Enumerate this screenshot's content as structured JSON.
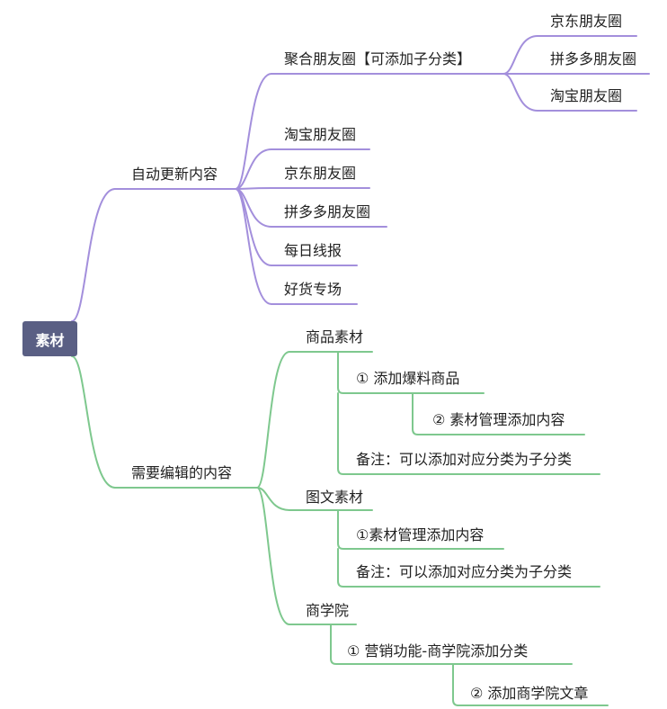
{
  "root": "素材",
  "colors": {
    "root_bg": "#5a5f84",
    "purple_branch": "#a38fdc",
    "green_branch": "#7ec88e",
    "text": "#222222"
  },
  "branch_update": {
    "label": "自动更新内容",
    "aggregate": {
      "label": "聚合朋友圈【可添加子分类】",
      "children": [
        "京东朋友圈",
        "拼多多朋友圈",
        "淘宝朋友圈"
      ]
    },
    "items": [
      "淘宝朋友圈",
      "京东朋友圈",
      "拼多多朋友圈",
      "每日线报",
      "好货专场"
    ]
  },
  "branch_edit": {
    "label": "需要编辑的内容",
    "goods": {
      "label": "商品素材",
      "step1": "① 添加爆料商品",
      "step2": "② 素材管理添加内容",
      "note": "备注：可以添加对应分类为子分类"
    },
    "graphic": {
      "label": "图文素材",
      "step1": "①素材管理添加内容",
      "note": "备注：可以添加对应分类为子分类"
    },
    "academy": {
      "label": "商学院",
      "step1": "① 营销功能-商学院添加分类",
      "step2": "② 添加商学院文章"
    }
  }
}
